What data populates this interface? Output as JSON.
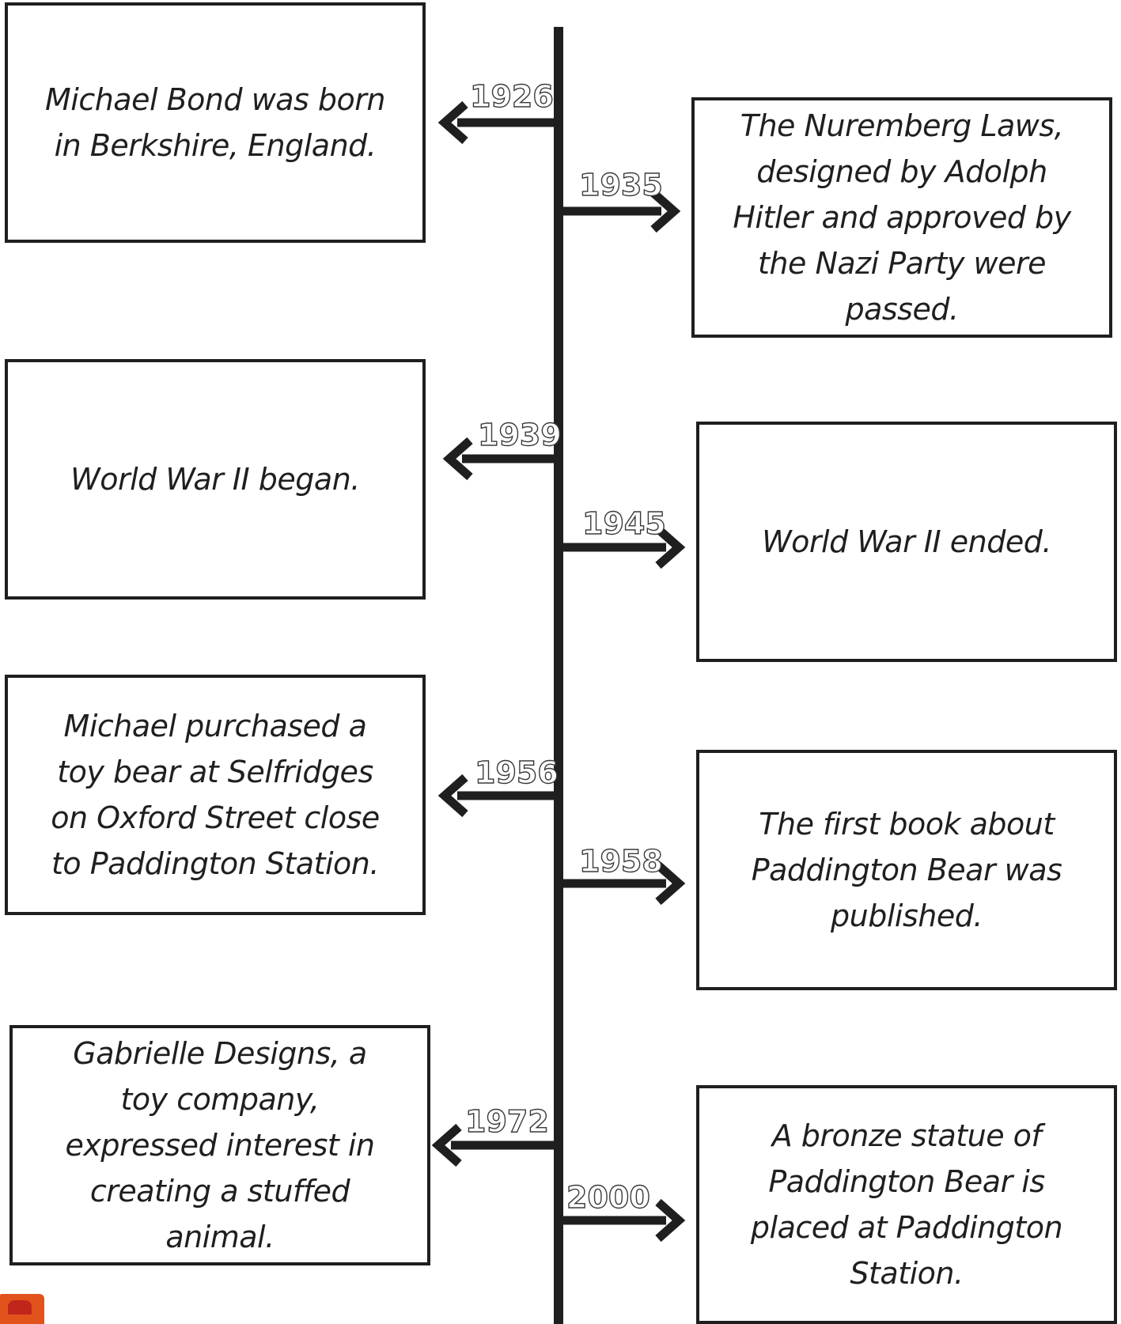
{
  "timeline": {
    "events": [
      {
        "year": "1926",
        "text": "Michael Bond was born in Berkshire, England."
      },
      {
        "year": "1935",
        "text": "The Nuremberg Laws, designed by Adolph Hitler and approved by the Nazi Party were passed."
      },
      {
        "year": "1939",
        "text": "World War II began."
      },
      {
        "year": "1945",
        "text": "World War II ended."
      },
      {
        "year": "1956",
        "text": "Michael purchased a toy bear at Selfridges on Oxford Street close to Paddington Station."
      },
      {
        "year": "1958",
        "text": "The first book about Paddington Bear was published."
      },
      {
        "year": "1972",
        "text": "Gabrielle Designs, a toy company, expressed interest in creating a stuffed animal."
      },
      {
        "year": "2000",
        "text": "A bronze statue of Paddington Bear is placed at Paddington Station."
      }
    ]
  },
  "colors": {
    "line": "#1f1f1f",
    "logo": "#e2531c"
  },
  "icons": {
    "corner_logo": "paddington-hat-logo"
  }
}
